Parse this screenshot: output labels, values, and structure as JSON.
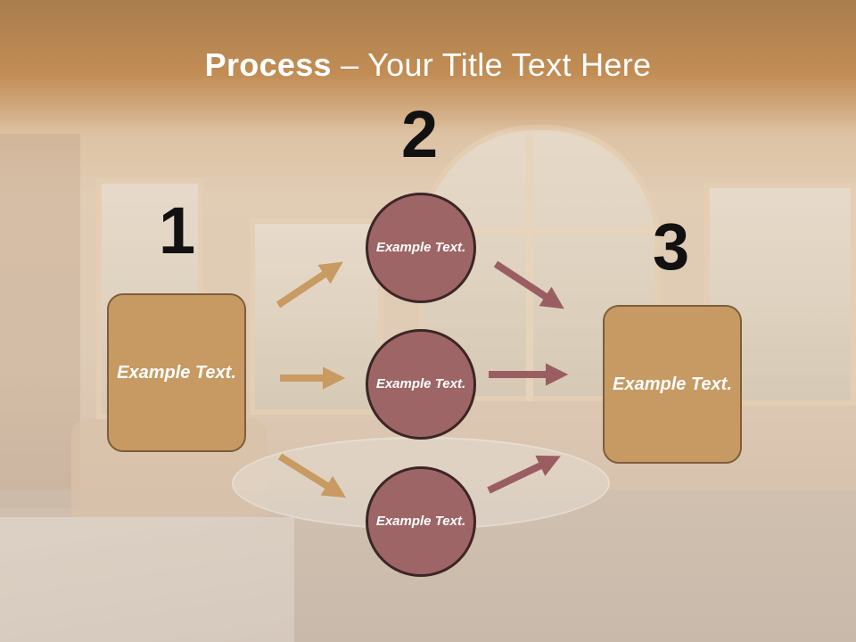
{
  "title": {
    "bold": "Process",
    "rest": " – Your Title Text Here"
  },
  "steps": [
    "1",
    "2",
    "3"
  ],
  "left_box": {
    "label": "Example Text."
  },
  "circles": [
    {
      "label": "Example Text."
    },
    {
      "label": "Example Text."
    },
    {
      "label": "Example Text."
    }
  ],
  "right_box": {
    "label": "Example Text."
  },
  "colors": {
    "box_fill": "#c79a63",
    "box_border": "#7d5d3c",
    "circle_fill": "#9e6567",
    "circle_border": "#3c2626",
    "arrow_in": "#c99a62",
    "arrow_out": "#9a5e62"
  }
}
